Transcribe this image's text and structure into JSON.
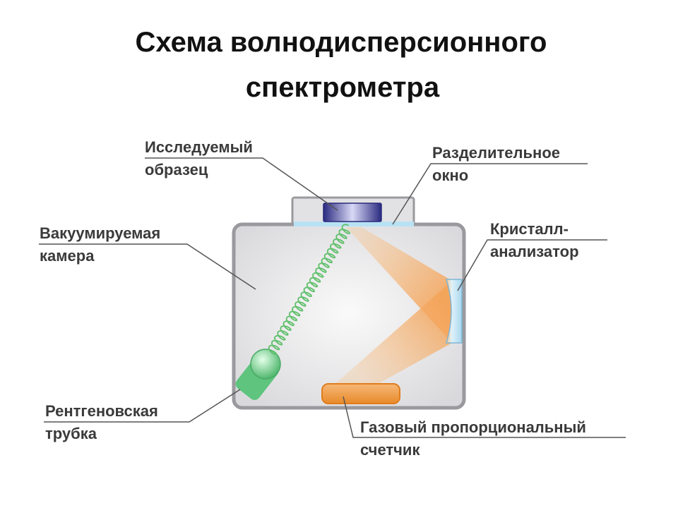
{
  "title": {
    "line1": "Схема волнодисперсионного",
    "line2": "спектрометра"
  },
  "labels": {
    "sample": {
      "line1": "Исследуемый",
      "line2": "образец"
    },
    "window": {
      "line1": "Разделительное",
      "line2": "окно"
    },
    "chamber": {
      "line1": "Вакуумируемая",
      "line2": "камера"
    },
    "crystal": {
      "line1": "Кристалл-",
      "line2": "анализатор"
    },
    "tube": {
      "line1": "Рентгеновская",
      "line2": "трубка"
    },
    "detector": {
      "line1": "Газовый пропорциональный",
      "line2": "счетчик"
    }
  },
  "colors": {
    "chamber_fill": "#e4e4e6",
    "chamber_border": "#9a9a9e",
    "sample": "#3c3c9a",
    "window": "#b8e2f4",
    "beam": "#f7c48e",
    "tube": "#5bc47a",
    "spring": "#5fbf6a",
    "detector": "#f39a3c",
    "crystal": "#bfe2f5",
    "leader": "#555555"
  }
}
